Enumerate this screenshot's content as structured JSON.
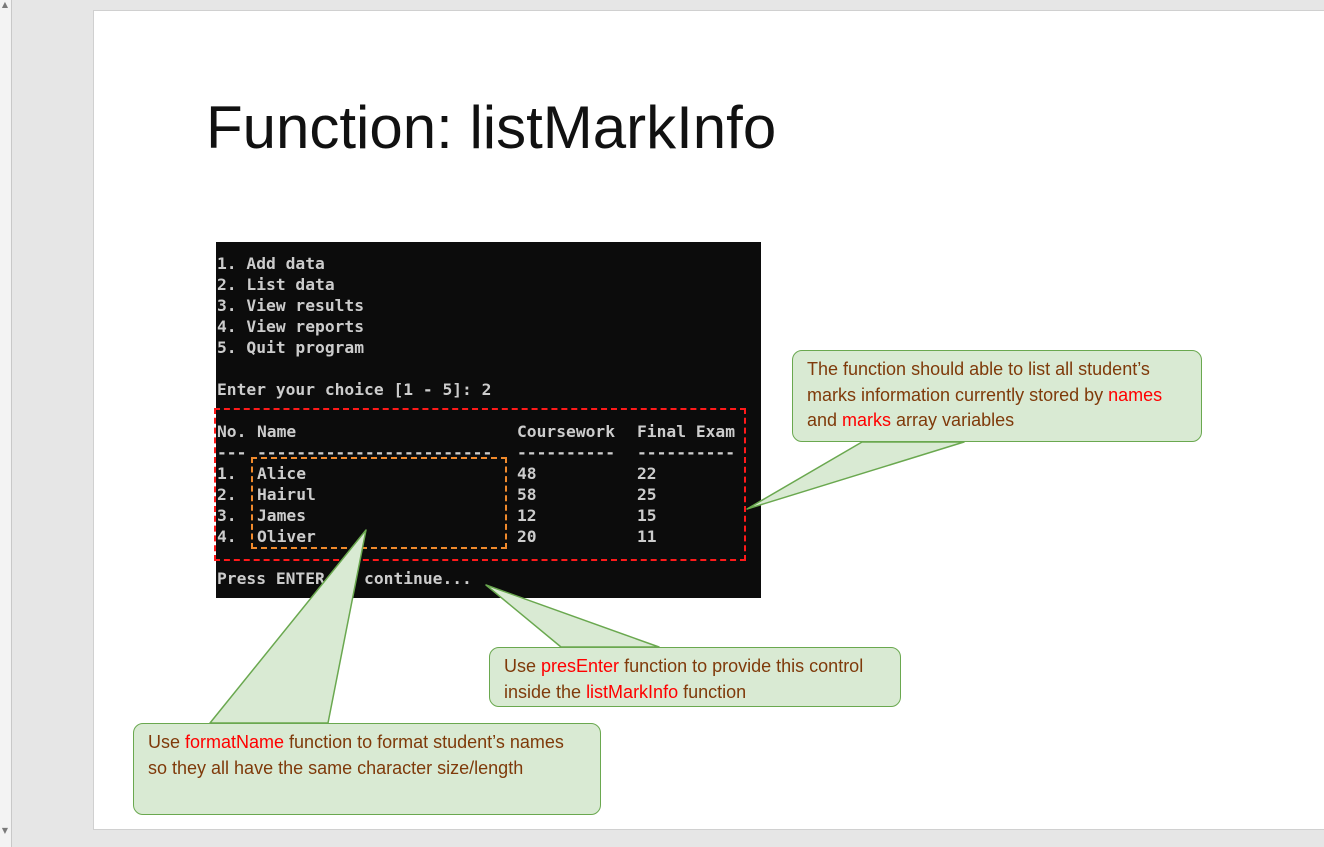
{
  "slide": {
    "title": "Function: listMarkInfo"
  },
  "console": {
    "menu": [
      "1. Add data",
      "2. List data",
      "3. View results",
      "4. View reports",
      "5. Quit program"
    ],
    "prompt": "Enter your choice [1 - 5]: 2",
    "header": {
      "no": "No.",
      "name": "Name",
      "coursework": "Coursework",
      "final": "Final Exam"
    },
    "underline": {
      "no": "---",
      "name": "------------------------",
      "coursework": "----------",
      "final": "----------"
    },
    "rows": [
      {
        "no": "1.",
        "name": "Alice",
        "coursework": "48",
        "final": "22"
      },
      {
        "no": "2.",
        "name": "Hairul",
        "coursework": "58",
        "final": "25"
      },
      {
        "no": "3.",
        "name": "James",
        "coursework": "12",
        "final": "15"
      },
      {
        "no": "4.",
        "name": "Oliver",
        "coursework": "20",
        "final": "11"
      }
    ],
    "footer": "Press ENTER to continue..."
  },
  "callouts": {
    "list": {
      "text1": "The function should able to list all student’s marks information currently stored by ",
      "hl1": "names",
      "text2": " and ",
      "hl2": "marks",
      "text3": " array  variables"
    },
    "enter": {
      "text1": "Use ",
      "hl1": "presEnter",
      "text2": " function to provide this control inside the ",
      "hl2": "listMarkInfo",
      "text3": " function"
    },
    "format": {
      "text1": "Use ",
      "hl1": "formatName",
      "text2": " function to format student’s names so they all have the same character size/length"
    }
  },
  "colors": {
    "callout_fill": "#d9ead3",
    "callout_border": "#6aa84f",
    "callout_text": "#7f3a0a",
    "highlight": "#ff0000",
    "red_dash": "#ff1a1a",
    "orange_dash": "#f08a2c",
    "console_bg": "#0c0c0c"
  },
  "icons": {
    "scroll_up": "scroll-up-arrow-icon",
    "scroll_down": "scroll-down-arrow-icon"
  }
}
